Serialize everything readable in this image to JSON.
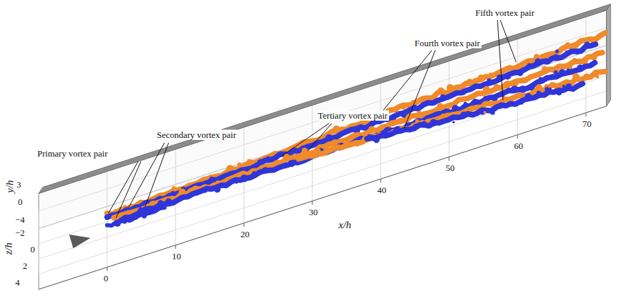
{
  "diagram": {
    "labels": [
      "Fifth vortex pair",
      "Fourth vortex pair",
      "Tertiary vortex pair",
      "Secondary vortex pair",
      "Primary vortex pair",
      "y/h",
      "3",
      "0",
      "−4",
      "−2",
      "z/h",
      "0",
      "2",
      "4",
      "0",
      "10",
      "20",
      "30",
      "40",
      "50",
      "60",
      "70",
      "x/h"
    ]
  }
}
